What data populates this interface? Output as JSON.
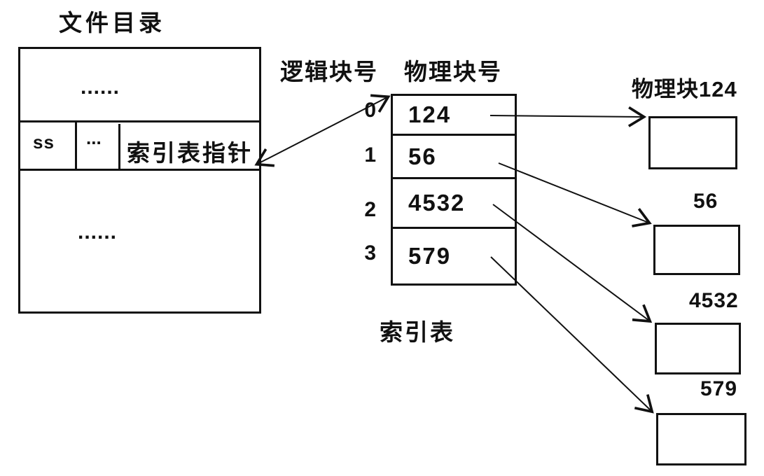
{
  "diagram": {
    "title": "文件目录",
    "directory": {
      "row1_dots": "......",
      "entry": {
        "name": "ss",
        "middle_dots": "...",
        "pointer_label": "索引表指针"
      },
      "row3_dots": "......"
    },
    "column_headers": {
      "logical": "逻辑块号",
      "physical": "物理块号"
    },
    "index_table": {
      "caption": "索引表",
      "rows": [
        {
          "index": "0",
          "value": "124"
        },
        {
          "index": "1",
          "value": "56"
        },
        {
          "index": "2",
          "value": "4532"
        },
        {
          "index": "3",
          "value": "579"
        }
      ]
    },
    "physical_blocks": [
      {
        "label": "物理块124"
      },
      {
        "label": "56"
      },
      {
        "label": "4532"
      },
      {
        "label": "579"
      }
    ],
    "colors": {
      "line": "#111111",
      "background": "#ffffff"
    }
  }
}
